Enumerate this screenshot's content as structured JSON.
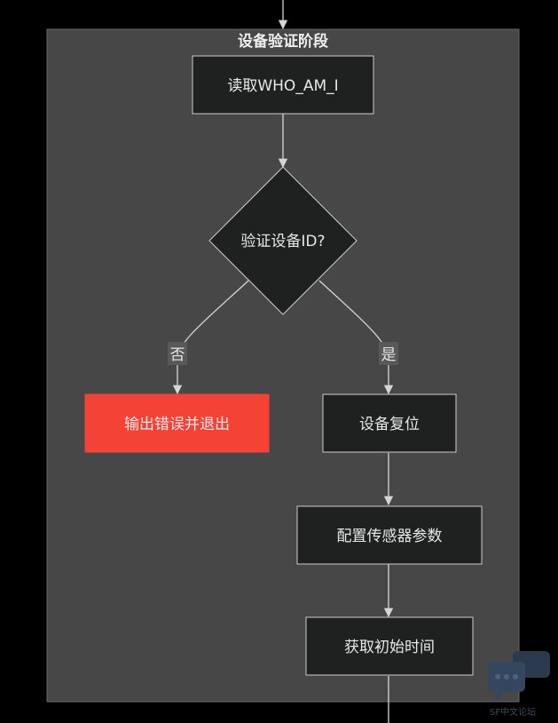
{
  "subgraph": {
    "title": "设备验证阶段"
  },
  "nodes": {
    "read_whoami": "读取WHO_AM_I",
    "verify_id": "验证设备ID?",
    "error_exit": "输出错误并退出",
    "device_reset": "设备复位",
    "config_params": "配置传感器参数",
    "get_time": "获取初始时间"
  },
  "edge_labels": {
    "no": "否",
    "yes": "是"
  },
  "colors": {
    "background": "#000000",
    "subgraph_fill": "#474747",
    "node_fill": "#1f2020",
    "node_stroke": "#cccccc",
    "error_fill": "#f44336",
    "edge": "#d6d6d6"
  },
  "watermark": {
    "text": "SF中文论坛",
    "icon": "chat-bubble-icon"
  }
}
